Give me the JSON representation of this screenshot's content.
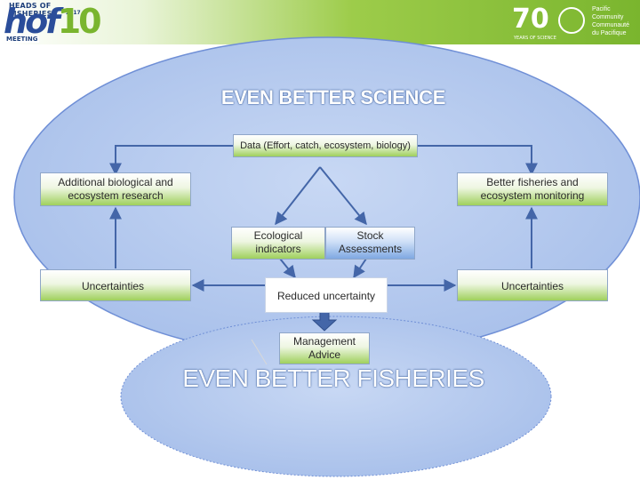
{
  "header": {
    "logo_left": {
      "line1": "HEADS OF FISHERIES",
      "year": "2017",
      "wordmark_h": "h",
      "wordmark_of": "of",
      "wordmark_10": "10",
      "meeting": "MEETING"
    },
    "logo_right": {
      "anniversary": "70",
      "tagline": "YEARS OF SCIENCE",
      "org_lines": [
        "Pacific",
        "Community",
        "Communauté",
        "du Pacifique"
      ]
    }
  },
  "diagram": {
    "top_title": "EVEN BETTER SCIENCE",
    "bottom_title": "EVEN BETTER FISHERIES",
    "data_box": "Data (Effort, catch, ecosystem, biology)",
    "research_box": [
      "Additional biological and",
      "ecosystem research"
    ],
    "monitoring_box": [
      "Better fisheries and",
      "ecosystem monitoring"
    ],
    "eco_box": [
      "Ecological",
      "indicators"
    ],
    "stock_box": [
      "Stock",
      "Assessments"
    ],
    "uncert_left": "Uncertainties",
    "uncert_right": "Uncertainties",
    "reduced": "Reduced uncertainty",
    "advice_box": [
      "Management",
      "Advice"
    ]
  },
  "colors": {
    "ellipse_fill": "#b9cdf0",
    "ellipse_edge": "#6f8fd6",
    "arrow": "#4466a8",
    "header_green": "#7ab52e"
  }
}
